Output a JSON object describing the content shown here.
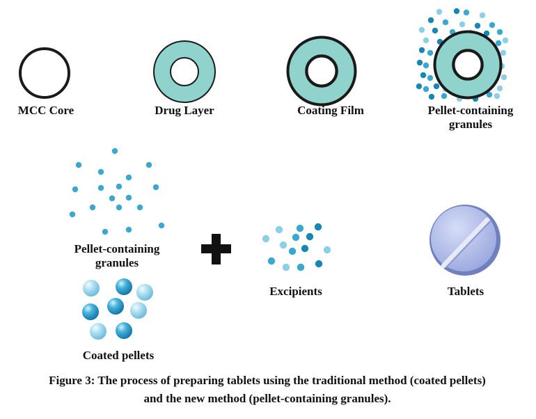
{
  "labels": {
    "mcc_core": "MCC Core",
    "drug_layer": "Drug Layer",
    "coating_film": "Coating Film",
    "pellet_granules_top_1": "Pellet-containing",
    "pellet_granules_top_2": "granules",
    "pellet_granules_mid_1": "Pellet-containing",
    "pellet_granules_mid_2": "granules",
    "coated_pellets": "Coated pellets",
    "excipients": "Excipients",
    "tablets": "Tablets"
  },
  "caption": {
    "line1": "Figure 3: The process of preparing tablets using the traditional method (coated pellets)",
    "line2": "and the new method (pellet-containing granules)."
  },
  "colors": {
    "ring_outline": "#1a1a1a",
    "drug_layer_fill": "#8fd3cc",
    "particle_dark": "#1787b4",
    "particle_mid": "#3aa8d0",
    "particle_light": "#8ccfe6",
    "tablet_fill": "#aab6e6",
    "tablet_stroke": "#6f7fc0",
    "plus_sign": "#111111"
  }
}
